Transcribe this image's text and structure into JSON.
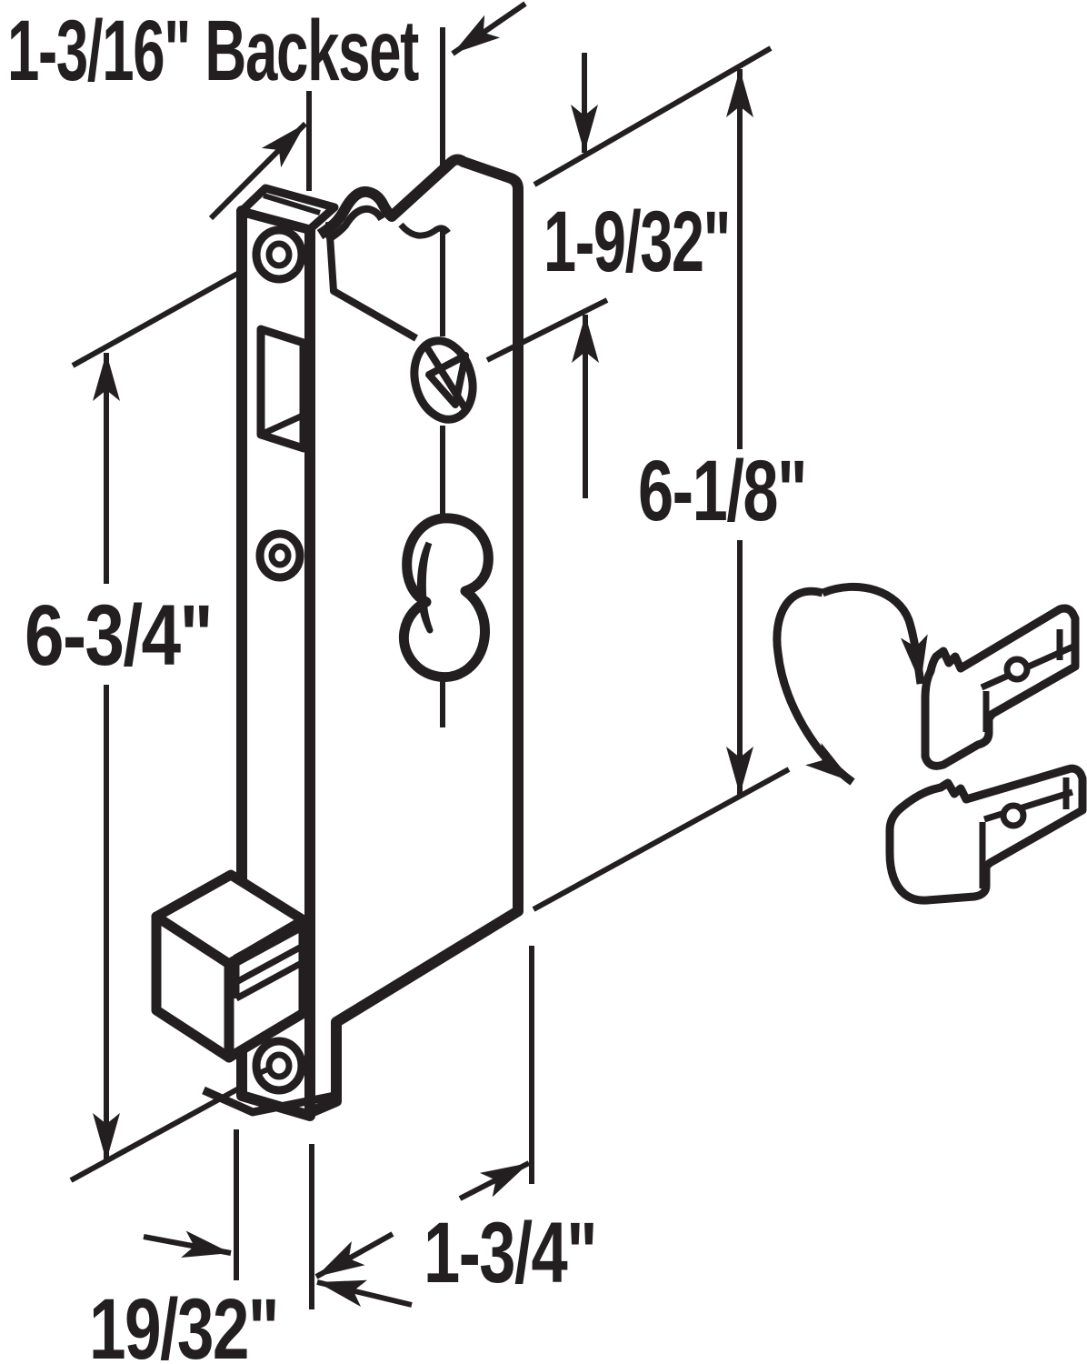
{
  "page": {
    "background": "#ffffff",
    "ink": "#231f20",
    "kind": "technical line drawing of sliding door mortise lock with dimensions"
  },
  "dimensions": {
    "backset": {
      "label": "1-3/16\" Backset"
    },
    "plate_top_to_spindle": {
      "label": "1-9/32\""
    },
    "lock_body_length": {
      "label": "6-1/8\""
    },
    "screw_hole_spacing": {
      "label": "6-3/4\""
    },
    "lock_body_width": {
      "label": "1-3/4\""
    },
    "latch_width": {
      "label": "19/32\""
    }
  }
}
